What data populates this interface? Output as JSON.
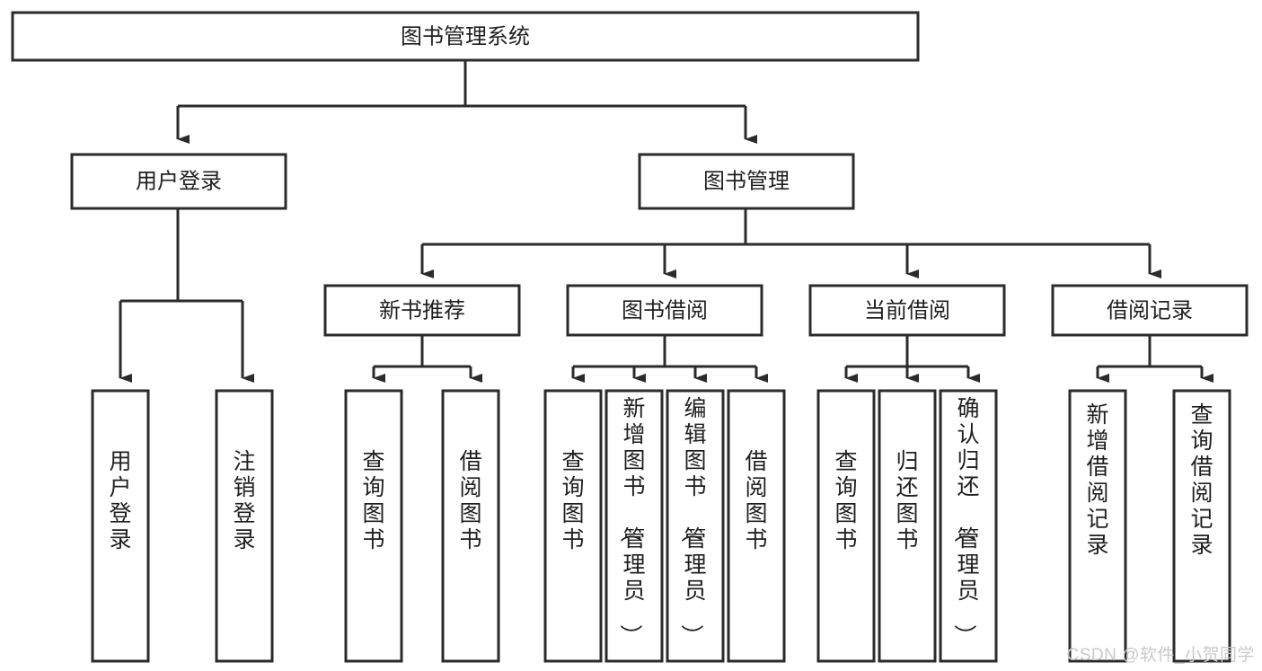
{
  "diagram": {
    "type": "tree-hierarchy",
    "title": "图书管理系统",
    "root": {
      "id": "root",
      "label": "图书管理系统",
      "orientation": "horizontal"
    },
    "level2": [
      {
        "id": "user-login",
        "label": "用户登录",
        "orientation": "horizontal"
      },
      {
        "id": "book-manage",
        "label": "图书管理",
        "orientation": "horizontal"
      }
    ],
    "level3": [
      {
        "id": "new-book-recommend",
        "label": "新书推荐",
        "parent": "book-manage",
        "orientation": "horizontal"
      },
      {
        "id": "book-borrow",
        "label": "图书借阅",
        "parent": "book-manage",
        "orientation": "horizontal"
      },
      {
        "id": "current-borrow",
        "label": "当前借阅",
        "parent": "book-manage",
        "orientation": "horizontal"
      },
      {
        "id": "borrow-record",
        "label": "借阅记录",
        "parent": "book-manage",
        "orientation": "horizontal"
      }
    ],
    "leaves": [
      {
        "id": "leaf-user-login",
        "label": "用户登录",
        "parent": "user-login",
        "orientation": "vertical",
        "align": "middle"
      },
      {
        "id": "leaf-user-logout",
        "label": "注销登录",
        "parent": "user-login",
        "orientation": "vertical",
        "align": "middle"
      },
      {
        "id": "leaf-query-book-1",
        "label": "查询图书",
        "parent": "new-book-recommend",
        "orientation": "vertical",
        "align": "middle"
      },
      {
        "id": "leaf-borrow-book-1",
        "label": "借阅图书",
        "parent": "new-book-recommend",
        "orientation": "vertical",
        "align": "middle"
      },
      {
        "id": "leaf-query-book-2",
        "label": "查询图书",
        "parent": "book-borrow",
        "orientation": "vertical",
        "align": "middle"
      },
      {
        "id": "leaf-add-book-admin",
        "label": "新增图书（管理员）",
        "parent": "book-borrow",
        "orientation": "vertical",
        "align": "top"
      },
      {
        "id": "leaf-edit-book-admin",
        "label": "编辑图书（管理员）",
        "parent": "book-borrow",
        "orientation": "vertical",
        "align": "top"
      },
      {
        "id": "leaf-borrow-book-2",
        "label": "借阅图书",
        "parent": "book-borrow",
        "orientation": "vertical",
        "align": "middle"
      },
      {
        "id": "leaf-query-book-3",
        "label": "查询图书",
        "parent": "current-borrow",
        "orientation": "vertical",
        "align": "middle"
      },
      {
        "id": "leaf-return-book",
        "label": "归还图书",
        "parent": "current-borrow",
        "orientation": "vertical",
        "align": "middle"
      },
      {
        "id": "leaf-confirm-return-admin",
        "label": "确认归还（管理员）",
        "parent": "current-borrow",
        "orientation": "vertical",
        "align": "top"
      },
      {
        "id": "leaf-add-borrow-record",
        "label": "新增借阅记录",
        "parent": "borrow-record",
        "orientation": "vertical",
        "align": "middle"
      },
      {
        "id": "leaf-query-borrow-record",
        "label": "查询借阅记录",
        "parent": "borrow-record",
        "orientation": "vertical",
        "align": "middle"
      }
    ],
    "colors": {
      "box_stroke": "#2b2b2b",
      "box_fill": "#ffffff",
      "text": "#1f1f1f",
      "edge": "#2b2b2b",
      "watermark": "#c9c9c9",
      "background": "#ffffff"
    }
  },
  "watermark": {
    "text": "CSDN @软件_小贺同学"
  }
}
